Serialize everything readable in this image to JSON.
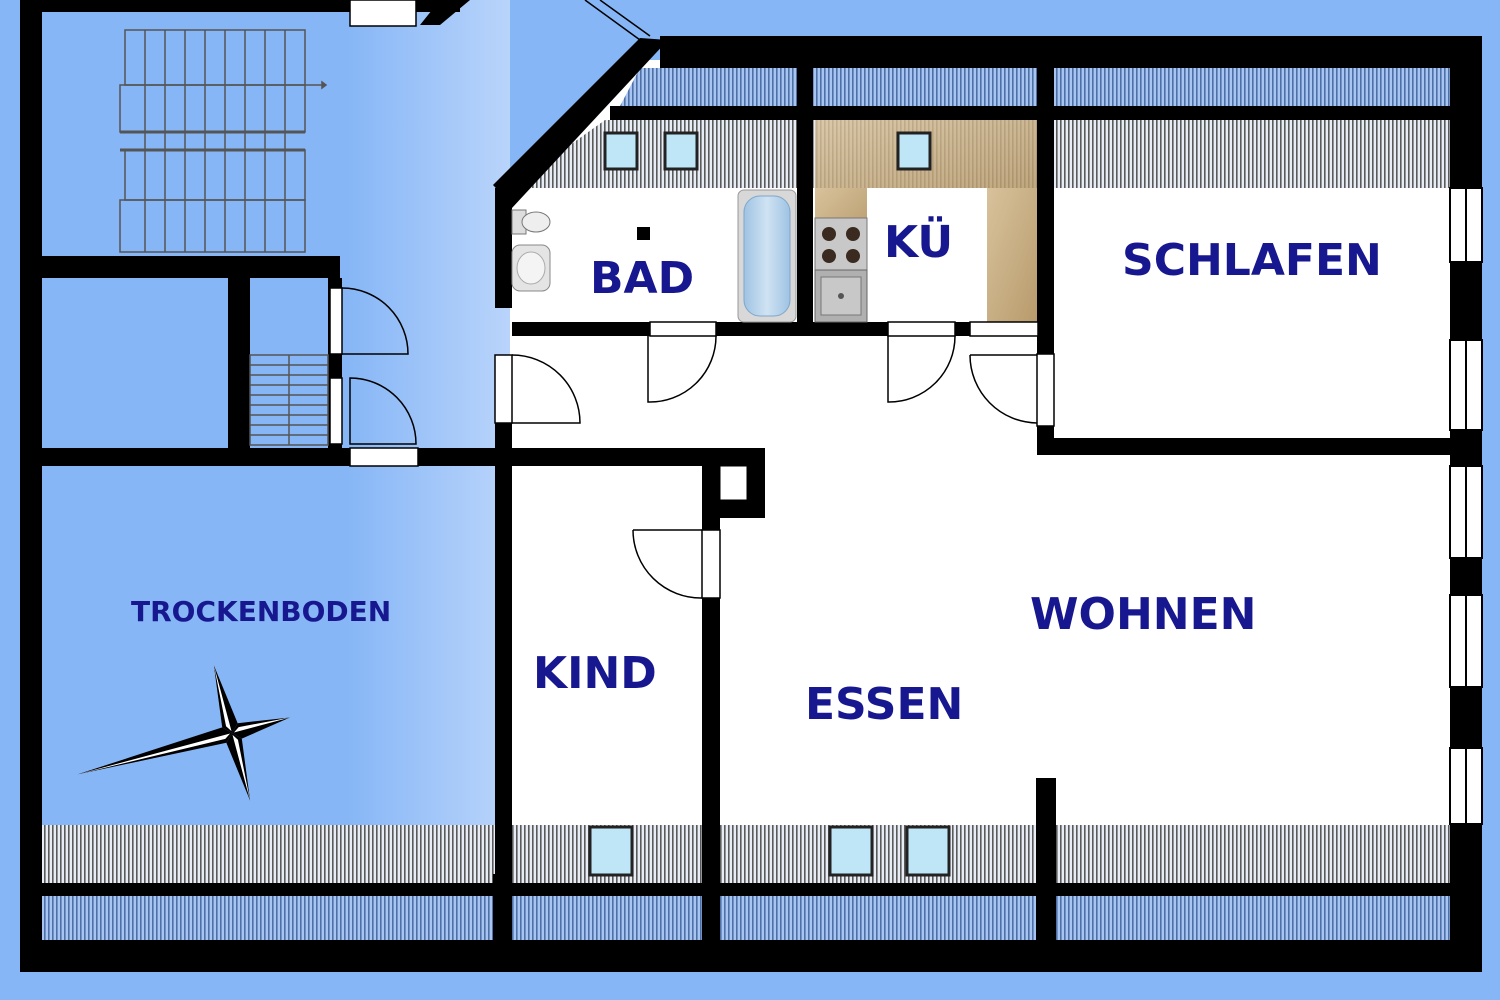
{
  "colors": {
    "background": "#86b6f6",
    "wall": "#000000",
    "room": "#ffffff",
    "label": "#17178f",
    "hatch_blue": "#6f8fd0",
    "window": "#bfe6f7"
  },
  "rooms": {
    "bad": "BAD",
    "kueche": "KÜ",
    "schlafen": "SCHLAFEN",
    "wohnen": "WOHNEN",
    "essen": "ESSEN",
    "kind": "KIND",
    "trockenboden": "TROCKENBODEN"
  },
  "icons": {
    "compass": "compass-rose-icon",
    "toilet": "toilet-icon",
    "sink": "sink-icon",
    "bathtub": "bathtub-icon",
    "stove": "stove-icon",
    "kitchen_sink": "kitchen-sink-icon",
    "staircase": "staircase-icon"
  }
}
